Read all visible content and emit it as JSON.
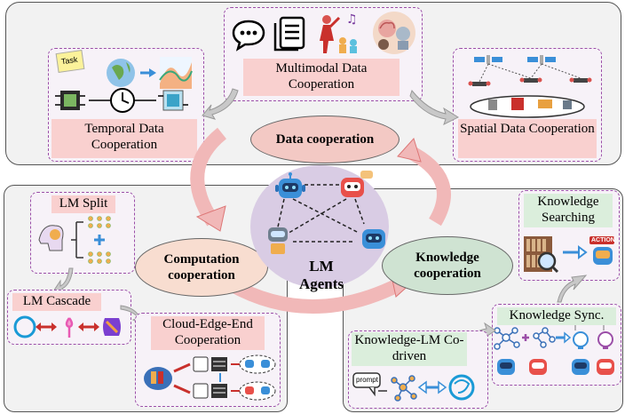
{
  "center": {
    "title": "LM Agents",
    "data": "Data cooperation",
    "computation": "Computation cooperation",
    "knowledge": "Knowledge cooperation"
  },
  "top": {
    "multimodal": "Multimodal Data Cooperation",
    "temporal": "Temporal Data Cooperation",
    "spatial": "Spatial Data Cooperation",
    "task_note": "Task"
  },
  "left": {
    "split": "LM Split",
    "cascade": "LM Cascade",
    "cloud_edge_end": "Cloud-Edge-End Cooperation"
  },
  "right": {
    "searching": "Knowledge Searching",
    "sync": "Knowledge Sync.",
    "codriven": "Knowledge-LM Co-driven",
    "action_tag": "ACTION",
    "prompt_tag": "prompt"
  },
  "colors": {
    "pink": "#f9d0cf",
    "green": "#dbeedc",
    "robot_blue": "#3a8fd8",
    "robot_red": "#e8504a",
    "arrow_pink": "#e07a7a",
    "dashed_purple": "#9b4fa8"
  }
}
